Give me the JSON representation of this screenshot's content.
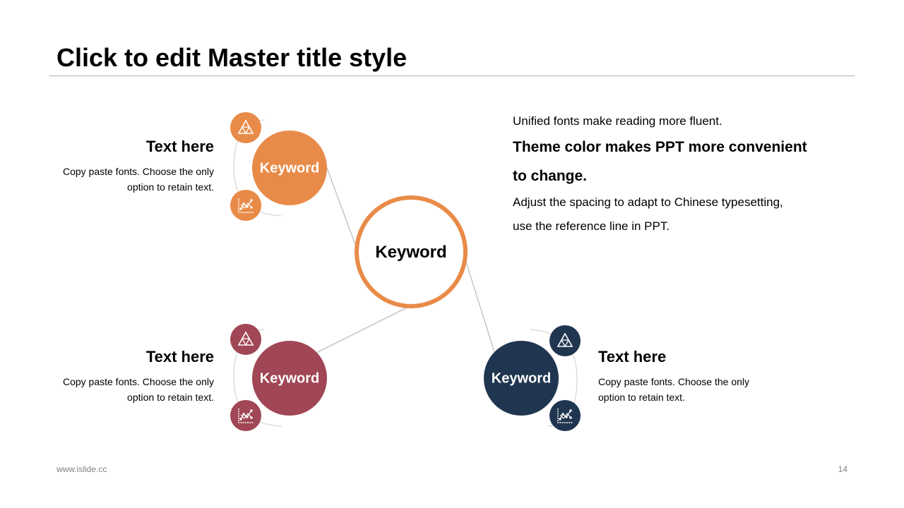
{
  "slide": {
    "title": "Click to edit Master title style",
    "footer_left": "www.islide.cc",
    "page_number": "14"
  },
  "center": {
    "label": "Keyword",
    "ring_color": "#E98B48"
  },
  "nodes": [
    {
      "label": "Keyword",
      "color": "#E98B48",
      "heading": "Text here",
      "desc": "Copy paste fonts. Choose the only option to retain text.",
      "icons": [
        "triangle-icon",
        "line-chart-icon"
      ]
    },
    {
      "label": "Keyword",
      "color": "#A04654",
      "heading": "Text here",
      "desc": "Copy paste fonts. Choose the only option to retain text.",
      "icons": [
        "triangle-icon",
        "line-chart-icon"
      ]
    },
    {
      "label": "Keyword",
      "color": "#203650",
      "heading": "Text here",
      "desc": "Copy paste fonts. Choose the only option to retain text.",
      "icons": [
        "triangle-icon",
        "line-chart-icon"
      ]
    }
  ],
  "paragraph": {
    "line1": "Unified fonts make reading more fluent.",
    "line2": "Theme color makes PPT more convenient",
    "line3": "to change.",
    "line4": "Adjust the spacing to adapt to Chinese typesetting,",
    "line5": "use the reference line in PPT."
  }
}
